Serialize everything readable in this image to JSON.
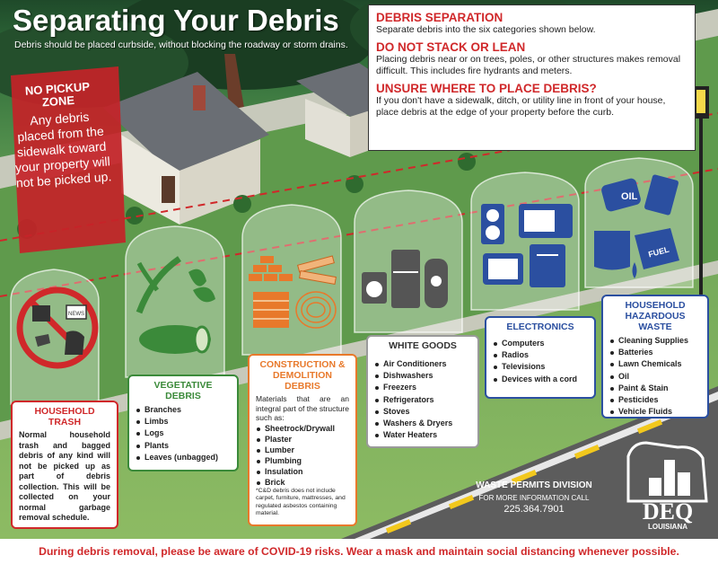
{
  "header": {
    "title": "Separating Your Debris",
    "subtitle": "Debris should be placed curbside, without blocking the roadway or storm drains."
  },
  "info": {
    "sep_heading": "DEBRIS SEPARATION",
    "sep_text": "Separate debris into the six categories shown below.",
    "stack_heading": "DO NOT STACK OR LEAN",
    "stack_text": "Placing debris near or on trees, poles,  or other structures makes removal difficult. This includes fire hydrants and meters.",
    "unsure_heading": "UNSURE WHERE TO PLACE DEBRIS?",
    "unsure_text": "If you don't have a sidewalk, ditch, or utility line in front of your house, place debris at the edge of your property before the curb."
  },
  "no_pickup": {
    "title_line1": "NO PICKUP",
    "title_line2": "ZONE",
    "body": "Any debris placed from the sidewalk toward your property will not be picked up."
  },
  "categories": {
    "household_trash": {
      "title": "HOUSEHOLD TRASH",
      "body": "Normal household trash and bagged debris of any kind will not be picked up as part of debris collection. This will be collected on your normal garbage removal schedule."
    },
    "vegetative": {
      "title": "VEGETATIVE DEBRIS",
      "items": [
        "Branches",
        "Limbs",
        "Logs",
        "Plants",
        "Leaves (unbagged)"
      ]
    },
    "construction": {
      "title": "CONSTRUCTION & DEMOLITION DEBRIS",
      "intro": "Materials that are an integral part of the structure such as:",
      "items": [
        "Sheetrock/Drywall",
        "Plaster",
        "Lumber",
        "Plumbing",
        "Insulation",
        "Brick"
      ],
      "note": "*C&D debris does not include carpet, furniture, mattresses, and regulated asbestos containing material."
    },
    "white_goods": {
      "title": "WHITE GOODS",
      "items": [
        "Air Conditioners",
        "Dishwashers",
        "Freezers",
        "Refrigerators",
        "Stoves",
        "Washers & Dryers",
        "Water Heaters"
      ]
    },
    "electronics": {
      "title": "ELECTRONICS",
      "items": [
        "Computers",
        "Radios",
        "Televisions",
        "Devices with a cord"
      ]
    },
    "hazardous": {
      "title_line1": "HOUSEHOLD",
      "title_line2": "HAZARDOUS WASTE",
      "items": [
        "Cleaning Supplies",
        "Batteries",
        "Lawn Chemicals",
        "Oil",
        "Paint & Stain",
        "Pesticides",
        "Vehicle Fluids"
      ]
    }
  },
  "icon_labels": {
    "news": "NEWS",
    "oil": "OIL",
    "fuel": "FUEL"
  },
  "contact": {
    "division": "WASTE PERMITS DIVISION",
    "more_info": "FOR MORE INFORMATION CALL",
    "phone": "225.364.7901"
  },
  "logo": {
    "name": "DEQ",
    "state": "LOUISIANA"
  },
  "footer": {
    "text": "During debris removal, please be aware of COVID-19 risks. Wear a mask and maintain social distancing whenever possible."
  },
  "colors": {
    "accent_red": "#d0282a",
    "trash_border": "#d0282a",
    "vegetative_border": "#3b8a3a",
    "construction_border": "#e8792b",
    "white_goods_border": "#9a9a9a",
    "electronics_border": "#2b4fa0",
    "hazardous_border": "#2b4fa0",
    "icon_blue": "#2b4fa0",
    "icon_green": "#3b8a3a",
    "icon_orange": "#e8792b",
    "icon_gray": "#555555"
  }
}
